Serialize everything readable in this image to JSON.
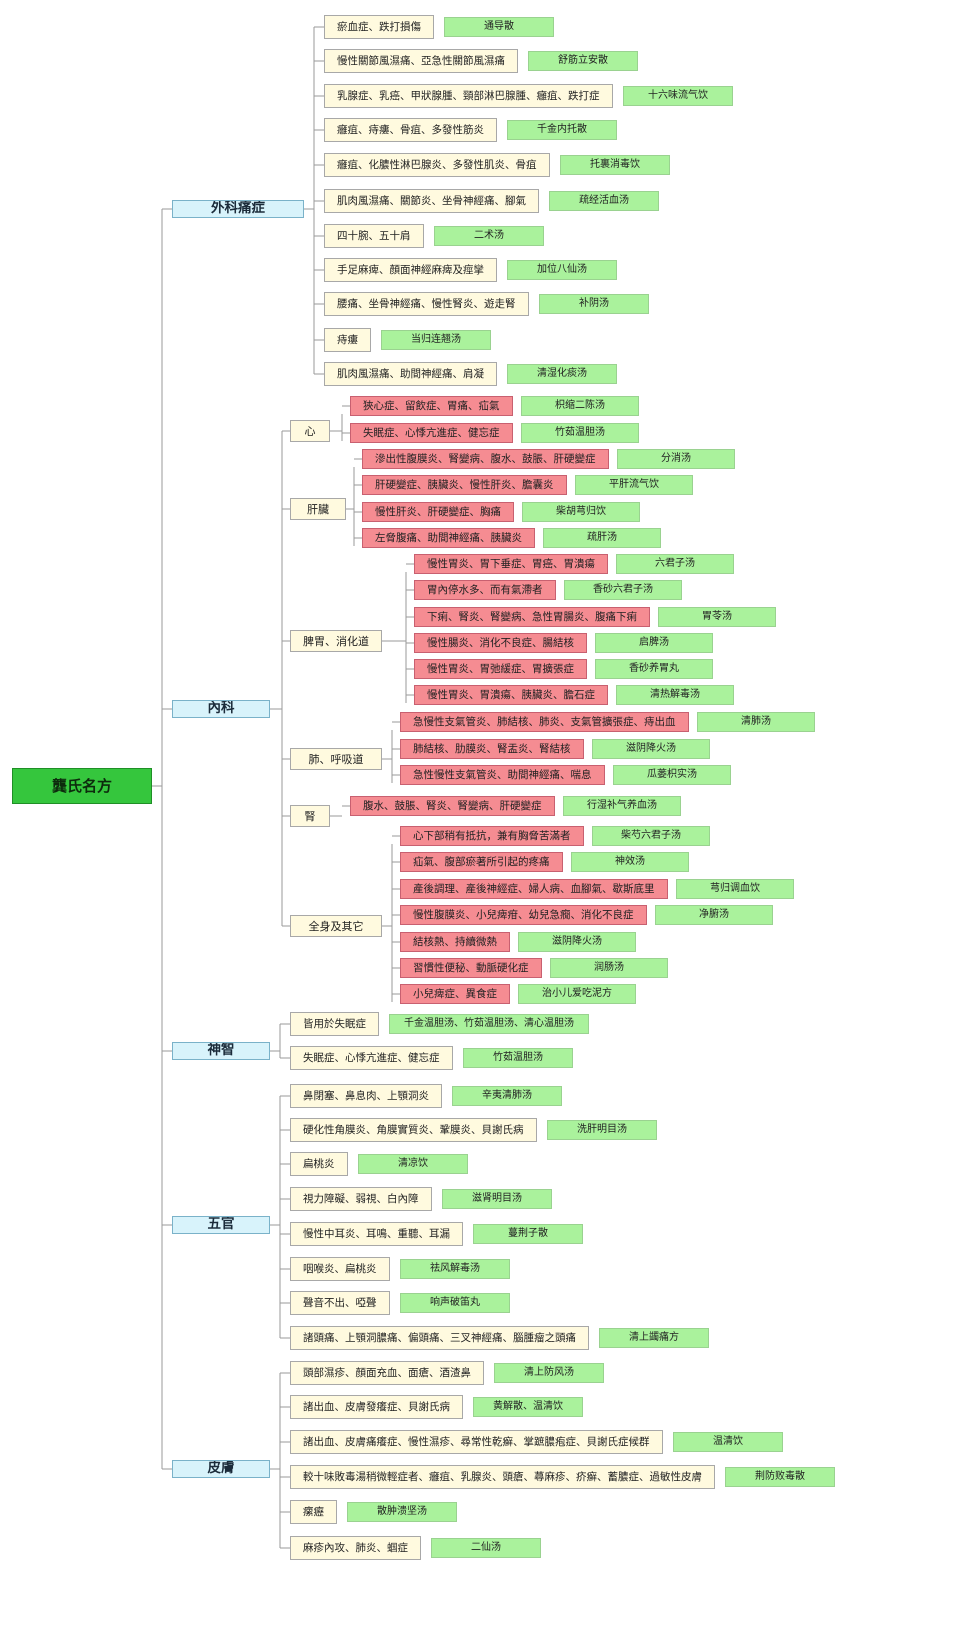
{
  "root": "龔氏名方",
  "categories": [
    {
      "name": "外科痛症",
      "groups": [
        {
          "name": "",
          "items": [
            {
              "symptom": "瘀血症、跌打損傷",
              "rx": "通导散"
            },
            {
              "symptom": "慢性關節風濕痛、亞急性關節風濕痛",
              "rx": "舒筋立安散"
            },
            {
              "symptom": "乳腺症、乳癌、甲狀腺腫、頸部淋巴腺腫、癰疽、跌打症",
              "rx": "十六味流气饮"
            },
            {
              "symptom": "癰疽、痔瘻、骨疽、多發性筋炎",
              "rx": "千金内托散"
            },
            {
              "symptom": "癰疽、化膿性淋巴腺炎、多發性肌炎、骨疽",
              "rx": "托裏消毒饮"
            },
            {
              "symptom": "肌肉風濕痛、關節炎、坐骨神經痛、腳氣",
              "rx": "疏经活血汤"
            },
            {
              "symptom": "四十腕、五十肩",
              "rx": "二术汤"
            },
            {
              "symptom": "手足麻痺、顏面神經麻痺及痙攣",
              "rx": "加位八仙汤"
            },
            {
              "symptom": "腰痛、坐骨神經痛、慢性腎炎、遊走腎",
              "rx": "补阴汤"
            },
            {
              "symptom": "痔瘻",
              "rx": "当归连翘汤"
            },
            {
              "symptom": "肌肉風濕痛、助間神經痛、肩凝",
              "rx": "清湿化痰汤"
            }
          ]
        }
      ]
    },
    {
      "name": "內科",
      "groups": [
        {
          "name": "心",
          "items": [
            {
              "symptom": "狹心症、留飲症、胃痛、疝氣",
              "rx": "枳缩二陈汤"
            },
            {
              "symptom": "失眠症、心悸亢進症、健忘症",
              "rx": "竹茹温胆汤"
            }
          ]
        },
        {
          "name": "肝臟",
          "items": [
            {
              "symptom": "滲出性腹膜炎、腎變病、腹水、鼓脹、肝硬變症",
              "rx": "分消汤"
            },
            {
              "symptom": "肝硬變症、胰臟炎、慢性肝炎、膽囊炎",
              "rx": "平肝流气饮"
            },
            {
              "symptom": "慢性肝炎、肝硬變症、胸痛",
              "rx": "柴胡芎归饮"
            },
            {
              "symptom": "左脅腹痛、助間神經痛、胰臟炎",
              "rx": "疏肝汤"
            }
          ]
        },
        {
          "name": "脾胃、消化道",
          "items": [
            {
              "symptom": "慢性胃炎、胃下垂症、胃癌、胃潰瘍",
              "rx": "六君子汤"
            },
            {
              "symptom": "胃內停水多、而有氣滯者",
              "rx": "香砂六君子汤"
            },
            {
              "symptom": "下痢、腎炎、腎變病、急性胃腸炎、腹痛下痢",
              "rx": "胃苓汤"
            },
            {
              "symptom": "慢性腸炎、消化不良症、腸結核",
              "rx": "启脾汤"
            },
            {
              "symptom": "慢性胃炎、胃弛緩症、胃擴張症",
              "rx": "香砂养胃丸"
            },
            {
              "symptom": "慢性胃炎、胃潰瘍、胰臟炎、膽石症",
              "rx": "清热解毒汤"
            }
          ]
        },
        {
          "name": "肺、呼吸道",
          "items": [
            {
              "symptom": "急慢性支氣管炎、肺結核、肺炎、支氣管擴張症、痔出血",
              "rx": "清肺汤"
            },
            {
              "symptom": "肺結核、肋膜炎、腎盂炎、腎結核",
              "rx": "滋阴降火汤"
            },
            {
              "symptom": "急性慢性支氣管炎、助間神經痛、喘息",
              "rx": "瓜蒌枳实汤"
            }
          ]
        },
        {
          "name": "腎",
          "items": [
            {
              "symptom": "腹水、鼓脹、腎炎、腎變病、肝硬變症",
              "rx": "行湿补气养血汤"
            }
          ]
        },
        {
          "name": "全身及其它",
          "items": [
            {
              "symptom": "心下部稍有抵抗，兼有胸脅苦滿者",
              "rx": "柴芍六君子汤"
            },
            {
              "symptom": "疝氣、腹部瘀著所引起的疼痛",
              "rx": "神效汤"
            },
            {
              "symptom": "產後調理、產後神經症、婦人病、血腳氣、歇斯底里",
              "rx": "芎归调血饮"
            },
            {
              "symptom": "慢性腹膜炎、小兒痺疳、幼兒急癇、消化不良症",
              "rx": "净腑汤"
            },
            {
              "symptom": "結核熱、持續微熱",
              "rx": "滋阴降火汤"
            },
            {
              "symptom": "習慣性便秘、動脈硬化症",
              "rx": "润肠汤"
            },
            {
              "symptom": "小兒痺症、異食症",
              "rx": "治小儿爱吃泥方"
            }
          ]
        }
      ]
    },
    {
      "name": "神智",
      "groups": [
        {
          "name": "",
          "items": [
            {
              "symptom": "皆用於失眠症",
              "rx": "千金温胆汤、竹茹温胆汤、清心温胆汤"
            },
            {
              "symptom": "失眠症、心悸亢進症、健忘症",
              "rx": "竹茹温胆汤"
            }
          ]
        }
      ]
    },
    {
      "name": "五官",
      "groups": [
        {
          "name": "",
          "items": [
            {
              "symptom": "鼻閉塞、鼻息肉、上顎洞炎",
              "rx": "辛夷清肺汤"
            },
            {
              "symptom": "硬化性角膜炎、角膜實質炎、鞏膜炎、貝謝氏病",
              "rx": "洗肝明目汤"
            },
            {
              "symptom": "扁桃炎",
              "rx": "清凉饮"
            },
            {
              "symptom": "視力障礙、弱視、白內障",
              "rx": "滋肾明目汤"
            },
            {
              "symptom": "慢性中耳炎、耳鳴、重聽、耳漏",
              "rx": "蔓荆子散"
            },
            {
              "symptom": "咽喉炎、扁桃炎",
              "rx": "祛风解毒汤"
            },
            {
              "symptom": "聲音不出、啞聲",
              "rx": "响声破笛丸"
            },
            {
              "symptom": "諸頭痛、上顎洞膿痛、偏頭痛、三叉神經痛、腦腫瘤之頭痛",
              "rx": "清上蠲痛方"
            }
          ]
        }
      ]
    },
    {
      "name": "皮膚",
      "groups": [
        {
          "name": "",
          "items": [
            {
              "symptom": "頭部濕疹、顏面充血、面瘡、酒渣鼻",
              "rx": "清上防风汤"
            },
            {
              "symptom": "諸出血、皮膚發癢症、貝謝氏病",
              "rx": "黄解散、温清饮"
            },
            {
              "symptom": "諸出血、皮膚痛癢症、慢性濕疹、尋常性乾癬、掌蹠膿疱症、貝謝氏症候群",
              "rx": "温清饮"
            },
            {
              "symptom": "較十味敗毒湯稍微輕症者、癰疽、乳腺炎、頭瘡、蕁麻疹、疥癬、蓄膿症、過敏性皮膚",
              "rx": "荆防败毒散"
            },
            {
              "symptom": "瘰癧",
              "rx": "散肿溃坚汤"
            },
            {
              "symptom": "麻疹內攻、肺炎、蝈症",
              "rx": "二仙汤"
            }
          ]
        }
      ]
    }
  ]
}
